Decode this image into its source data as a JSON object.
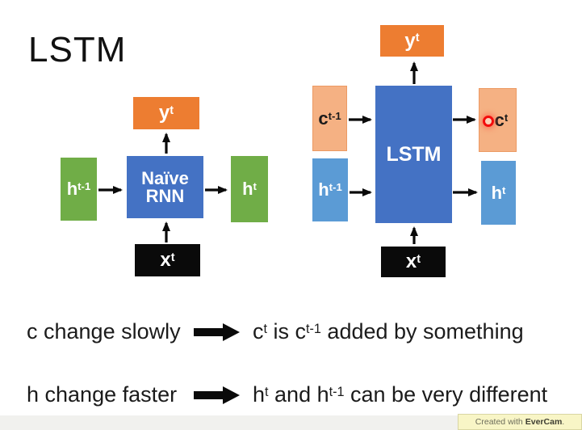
{
  "slide": {
    "title": "LSTM"
  },
  "colors": {
    "orange": "#ED7D31",
    "blue": "#4472C4",
    "green": "#70AD47",
    "light_blue": "#5B9BD5",
    "peach": "#F5B183",
    "black_box": "#0a0a0a",
    "red_marker": "#F30C0C"
  },
  "naive_rnn_diagram": {
    "output": {
      "base": "y",
      "sup": "t"
    },
    "cell": {
      "line1": "Naïve",
      "line2": "RNN"
    },
    "h_prev": {
      "base": "h",
      "sup": "t-1"
    },
    "h_next": {
      "base": "h",
      "sup": "t"
    },
    "input": {
      "base": "x",
      "sup": "t"
    }
  },
  "lstm_diagram": {
    "output": {
      "base": "y",
      "sup": "t"
    },
    "cell_label": "LSTM",
    "c_prev": {
      "base": "c",
      "sup": "t-1"
    },
    "c_next": {
      "base": "c",
      "sup": "t"
    },
    "h_prev": {
      "base": "h",
      "sup": "t-1"
    },
    "h_next": {
      "base": "h",
      "sup": "t"
    },
    "input": {
      "base": "x",
      "sup": "t"
    }
  },
  "notes": [
    {
      "label": "c change slowly",
      "statement": [
        {
          "t": "c"
        },
        {
          "s": "t"
        },
        {
          "t": " is c"
        },
        {
          "s": "t-1"
        },
        {
          "t": " added by something"
        }
      ]
    },
    {
      "label": "h change faster",
      "statement": [
        {
          "t": "h"
        },
        {
          "s": "t"
        },
        {
          "t": " and h"
        },
        {
          "s": "t-1"
        },
        {
          "t": " can be very different"
        }
      ]
    }
  ],
  "watermark": {
    "prefix": "Created with",
    "brand": "EverCam",
    "suffix": "."
  }
}
